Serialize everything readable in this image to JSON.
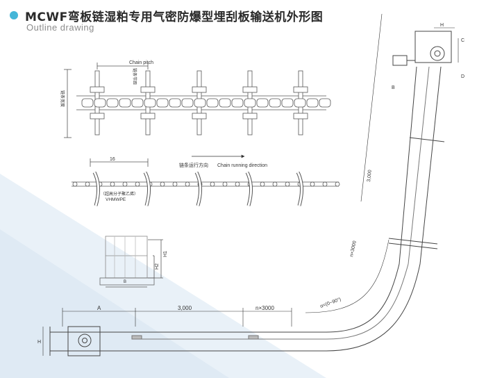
{
  "header": {
    "title": "MCWF弯板链湿粕专用气密防爆型埋刮板输送机外形图",
    "subtitle": "Outline drawing"
  },
  "chain_top": {
    "pitch_en": "Chain pitch",
    "pitch_cn": "链条节距",
    "width_cn": "链条宽度"
  },
  "chain_bottom": {
    "dimension": "16",
    "direction_cn": "链条运行方向",
    "direction_en": "Chain running direction",
    "material_cn": "（超高分子聚乙烯）",
    "material_en": "VHMWPE"
  },
  "cross_section": {
    "h1": "H1",
    "h2": "H2",
    "b": "B"
  },
  "conveyor": {
    "dim_a": "A",
    "dim_3000_bottom": "3,000",
    "dim_nx3000_bottom": "n×3000",
    "angle": "α=(0~90°)",
    "dim_nx3000_incline": "n×3000",
    "dim_3000_incline": "3,000",
    "label_h": "H",
    "label_b": "B",
    "label_c": "C",
    "label_d": "D",
    "head_h": "H"
  }
}
